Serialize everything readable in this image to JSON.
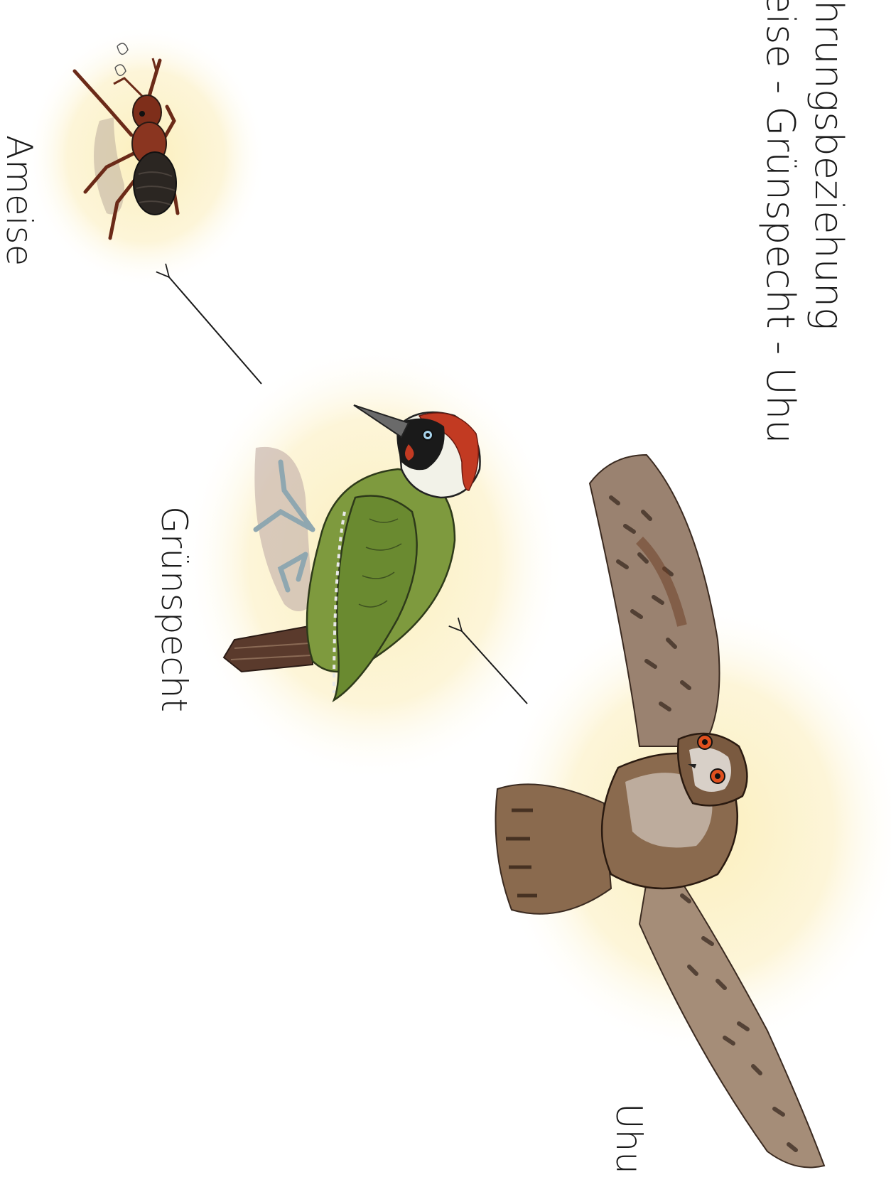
{
  "title": {
    "line1": "hrungsbeziehung",
    "line2": "eise - Grünspecht - Uhu"
  },
  "nodes": [
    {
      "label": "Ameise",
      "icon": "ant-icon"
    },
    {
      "label": "Grünspecht",
      "icon": "green-woodpecker-icon"
    },
    {
      "label": "Uhu",
      "icon": "eagle-owl-icon"
    }
  ],
  "colors": {
    "halo": "#fbeeb8",
    "woodpecker_green": "#7e9a3e",
    "woodpecker_red": "#c23a22",
    "owl_brown": "#8a6a4e",
    "ant_red": "#8a3520",
    "ant_dark": "#2b2622",
    "ink": "#1a1a1a"
  }
}
